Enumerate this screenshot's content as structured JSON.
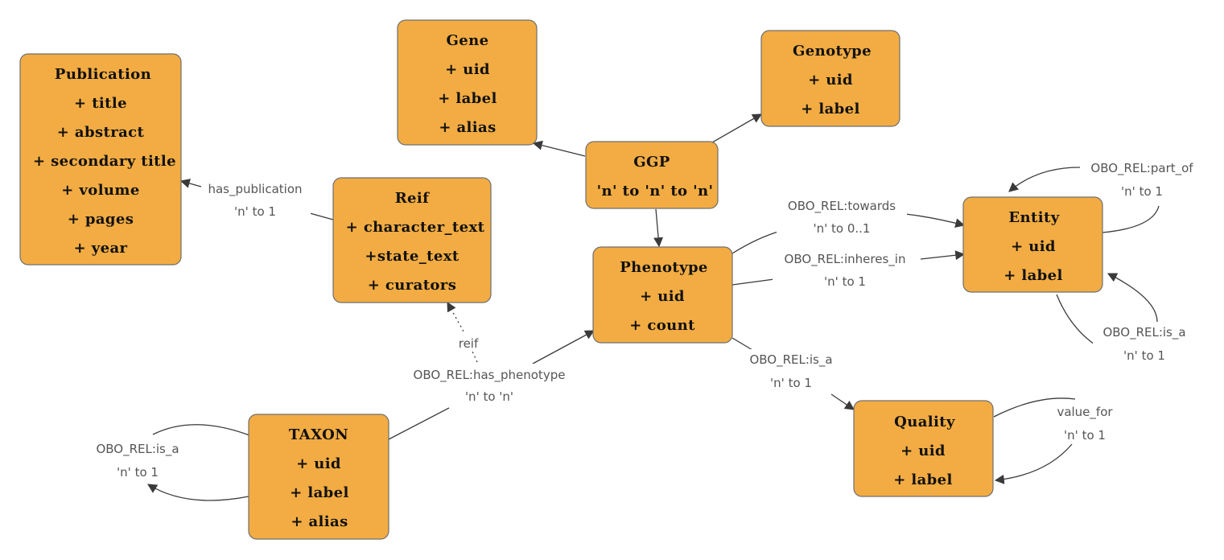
{
  "nodes": {
    "publication": [
      "Publication",
      "+ title",
      "+ abstract",
      "+ secondary title",
      "+ volume",
      "+ pages",
      "+ year"
    ],
    "gene": [
      "Gene",
      "+ uid",
      "+ label",
      "+ alias"
    ],
    "genotype": [
      "Genotype",
      "+ uid",
      "+ label"
    ],
    "ggp": [
      "GGP",
      "'n' to 'n' to 'n'"
    ],
    "reif": [
      "Reif",
      "+ character_text",
      "+state_text",
      "+ curators"
    ],
    "phenotype": [
      "Phenotype",
      "+ uid",
      "+ count"
    ],
    "entity": [
      "Entity",
      "+ uid",
      "+ label"
    ],
    "quality": [
      "Quality",
      "+ uid",
      "+ label"
    ],
    "taxon": [
      "TAXON",
      "+ uid",
      "+ label",
      "+ alias"
    ]
  },
  "edges": {
    "has_publication": [
      "has_publication",
      "'n' to 1"
    ],
    "reif": [
      "reif"
    ],
    "has_phenotype": [
      "OBO_REL:has_phenotype",
      "'n' to 'n'"
    ],
    "towards": [
      "OBO_REL:towards",
      "'n' to 0..1"
    ],
    "inheres_in": [
      "OBO_REL:inheres_in",
      "'n' to 1"
    ],
    "phenotype_is_a": [
      "OBO_REL:is_a",
      "'n' to 1"
    ],
    "part_of": [
      "OBO_REL:part_of",
      "'n' to 1"
    ],
    "entity_is_a": [
      "OBO_REL:is_a",
      "'n' to 1"
    ],
    "value_for": [
      "value_for",
      "'n' to 1"
    ],
    "taxon_is_a": [
      "OBO_REL:is_a",
      "'n' to 1"
    ]
  }
}
